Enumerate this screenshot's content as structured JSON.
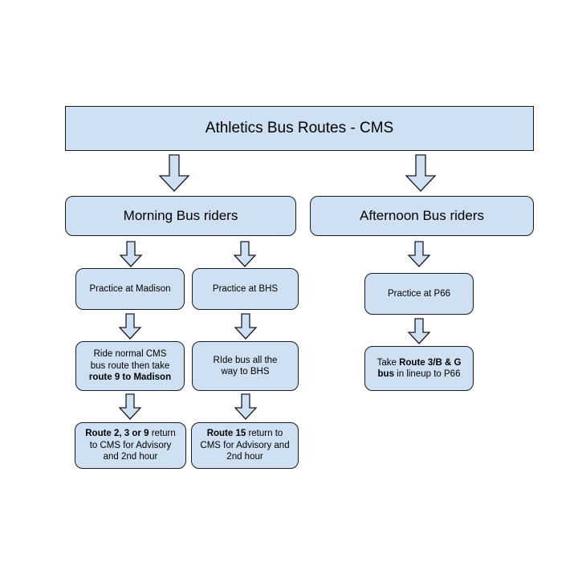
{
  "diagram": {
    "title": "Athletics Bus Routes - CMS",
    "colors": {
      "node_fill": "#cfe0f3",
      "node_stroke": "#1a1a24",
      "arrow_fill": "#cfe0f3",
      "arrow_stroke": "#1a1a24",
      "background": "#ffffff",
      "text": "#000000"
    },
    "nodes": {
      "title": "Athletics Bus Routes - CMS",
      "morning": "Morning Bus riders",
      "afternoon": "Afternoon Bus riders",
      "practice_madison": "Practice at Madison",
      "practice_bhs": "Practice at BHS",
      "practice_p66": "Practice at P66",
      "ride_madison": {
        "line1": "Ride normal CMS",
        "line2": "bus route then take",
        "line3_bold": "route 9 to Madison"
      },
      "ride_bhs": {
        "line1": "RIde bus all the",
        "line2": "way to BHS"
      },
      "take_p66": {
        "bold1": "Route 3/B & G",
        "prefix": "Take ",
        "bold2": "bus",
        "suffix": " in lineup to P66"
      },
      "return_madison": {
        "bold": "Route 2, 3 or 9",
        "rest1": "  return",
        "line2": "to CMS for Advisory",
        "line3": "and 2nd hour"
      },
      "return_bhs": {
        "bold": "Route 15",
        "rest1": " return to",
        "line2": "CMS for Advisory and",
        "line3": "2nd hour"
      }
    },
    "arrows": [
      {
        "name": "arrow-title-to-morning"
      },
      {
        "name": "arrow-title-to-afternoon"
      },
      {
        "name": "arrow-morning-to-madison"
      },
      {
        "name": "arrow-morning-to-bhs"
      },
      {
        "name": "arrow-afternoon-to-p66"
      },
      {
        "name": "arrow-madison-to-ride"
      },
      {
        "name": "arrow-bhs-to-ride"
      },
      {
        "name": "arrow-p66-to-take"
      },
      {
        "name": "arrow-ride-madison-to-return"
      },
      {
        "name": "arrow-ride-bhs-to-return"
      }
    ]
  }
}
